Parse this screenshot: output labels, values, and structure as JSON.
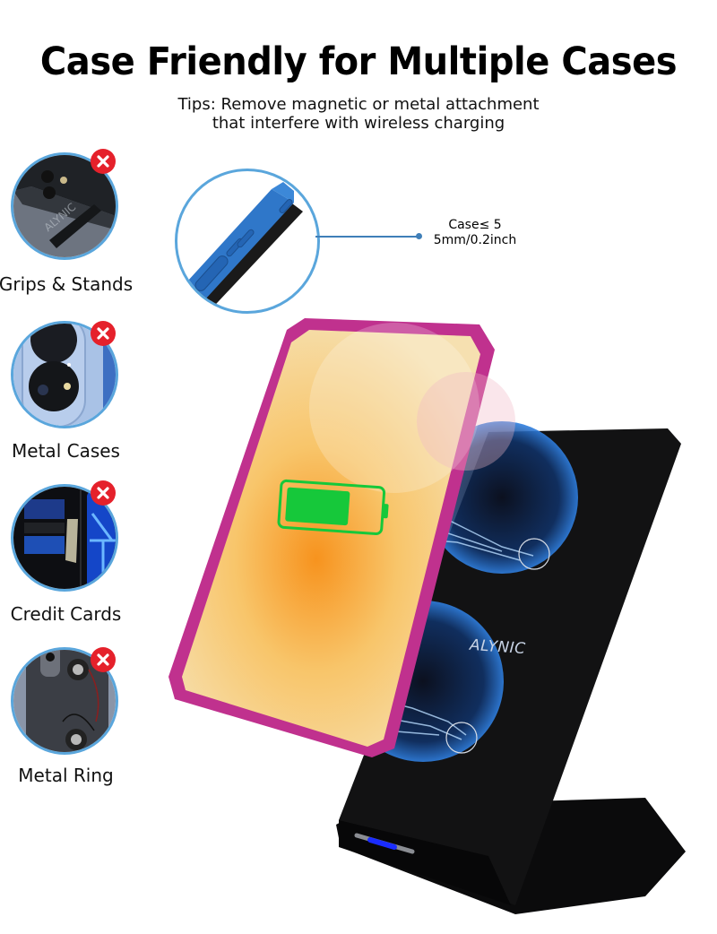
{
  "header": {
    "title": "Case Friendly for Multiple Cases",
    "tips_line1": "Tips: Remove magnetic or metal attachment",
    "tips_line2": "that interfere with wireless charging"
  },
  "features": [
    {
      "label": "Grips & Stands",
      "status_icon": "x-icon",
      "allowed": false
    },
    {
      "label": "Metal Cases",
      "status_icon": "x-icon",
      "allowed": false
    },
    {
      "label": "Credit Cards",
      "status_icon": "x-icon",
      "allowed": false
    },
    {
      "label": "Metal Ring",
      "status_icon": "x-icon",
      "allowed": false
    }
  ],
  "callout": {
    "line1": "Case≤ 5",
    "line2": "5mm/0.2inch"
  },
  "product": {
    "brand": "ALYNIC",
    "indicator_color": "#1a2cff"
  },
  "colors": {
    "circle_border": "#5aa6dc",
    "x_badge": "#e5212b",
    "case_pink": "#c0318e",
    "battery_green": "#16c83a"
  }
}
